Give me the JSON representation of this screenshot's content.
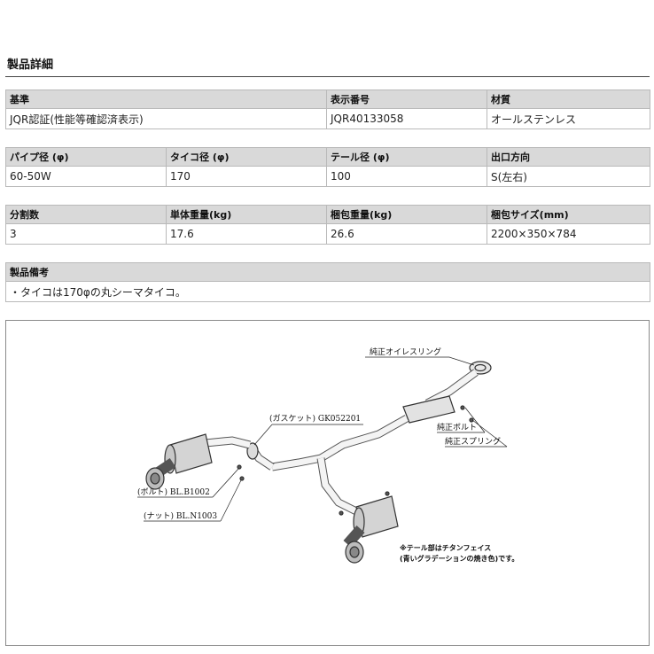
{
  "title": "製品詳細",
  "tables": [
    {
      "headers": [
        "基準",
        "表示番号",
        "材質"
      ],
      "values": [
        "JQR認証(性能等確認済表示)",
        "JQR40133058",
        "オールステンレス"
      ]
    },
    {
      "headers": [
        "パイプ径 (φ)",
        "タイコ径 (φ)",
        "テール径 (φ)",
        "出口方向"
      ],
      "values": [
        "60-50W",
        "170",
        "100",
        "S(左右)"
      ]
    },
    {
      "headers": [
        "分割数",
        "単体重量(kg)",
        "梱包重量(kg)",
        "梱包サイズ(mm)"
      ],
      "values": [
        "3",
        "17.6",
        "26.6",
        "2200×350×784"
      ]
    }
  ],
  "remarks": {
    "header": "製品備考",
    "text": "・タイコは170φの丸シーマタイコ。"
  },
  "diagram": {
    "labels": {
      "oil_ring": "純正オイレスリング",
      "gasket": "(ガスケット) GK052201",
      "bolt_stock": "純正ボルト",
      "spring_stock": "純正スプリング",
      "bolt": "(ボルト) BL.B1002",
      "nut": "(ナット) BL.N1003",
      "note_line1": "※テール部はチタンフェイス",
      "note_line2": "(青いグラデーションの焼き色)です。"
    }
  }
}
